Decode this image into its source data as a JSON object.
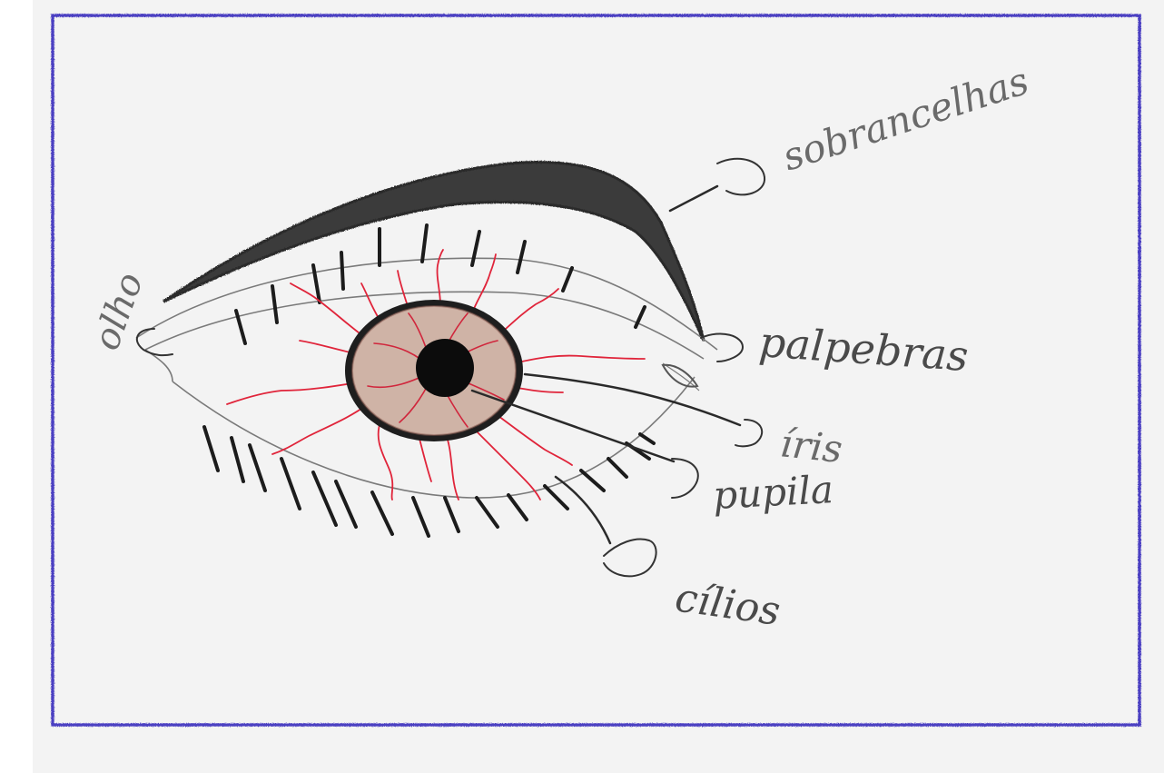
{
  "colors": {
    "paper": "#f3f3f3",
    "frame": "#4b3fc2",
    "pencil": "#555555",
    "eyebrow": "#2e2e2e",
    "vein": "#e0243a",
    "iris": "#c9a89a",
    "pupil": "#0c0c0c"
  },
  "labels": {
    "olho": "olho",
    "sobrancelhas": "sobrancelhas",
    "palpebras": "palpebras",
    "iris": "íris",
    "pupila": "pupila",
    "cilios": "cílios"
  }
}
